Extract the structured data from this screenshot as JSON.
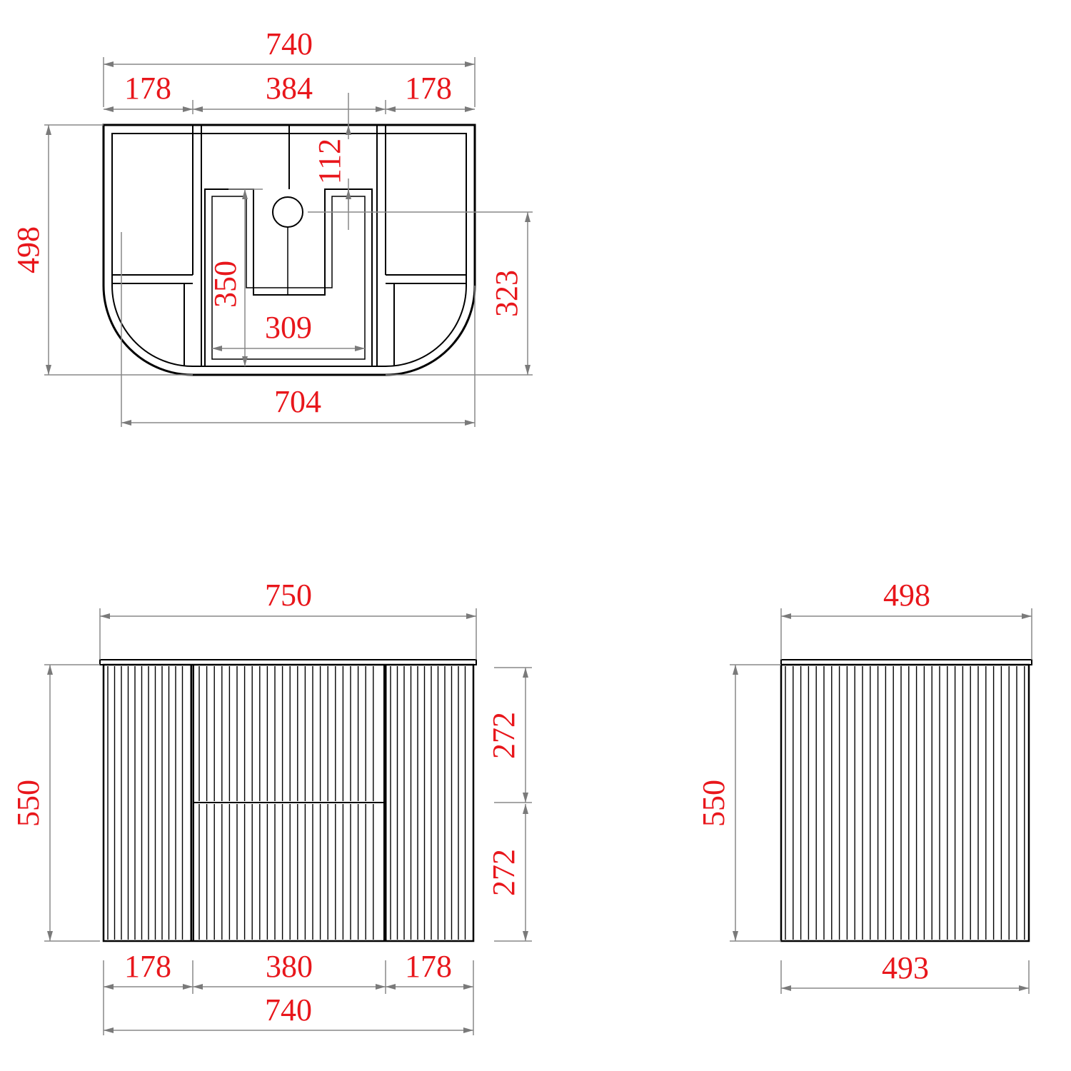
{
  "colors": {
    "outline": "#000000",
    "dimension_line": "#888888",
    "dimension_text": "#e8161b"
  },
  "top_view": {
    "overall_width": "740",
    "left_section": "178",
    "middle_section": "384",
    "right_section": "178",
    "depth": "498",
    "cutout_depth": "112",
    "cutout_width": "309",
    "inner_height": "350",
    "waste_offset": "323",
    "base_width": "704"
  },
  "front_view": {
    "overall_width": "750",
    "height": "550",
    "upper_drawer": "272",
    "lower_drawer": "272",
    "left_section": "178",
    "middle_section": "380",
    "right_section": "178",
    "carcass_width": "740"
  },
  "side_view": {
    "overall_depth": "498",
    "height": "550",
    "base_depth": "493"
  }
}
